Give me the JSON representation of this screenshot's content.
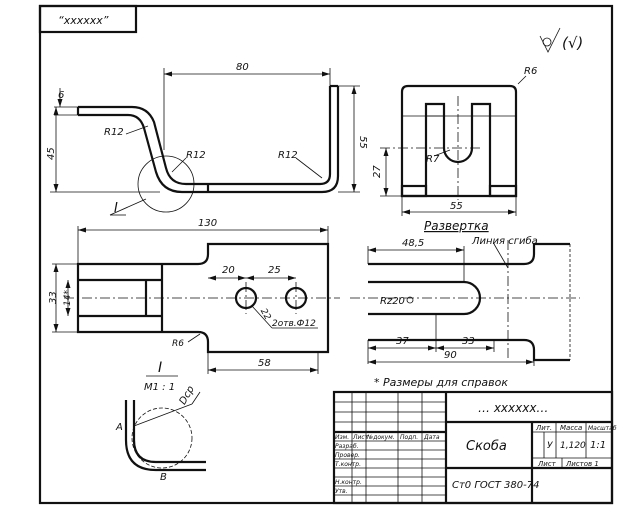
{
  "doc_code": "“xxxxxx”",
  "roughness_symbol": "√(√)",
  "view_top": {
    "dim_width": "80",
    "dim_flange": "6",
    "dim_height_total": "45",
    "dim_height_right": "55",
    "r_outer": "R12",
    "r_inner": "R12",
    "r_right": "R12",
    "detail_label": "I"
  },
  "view_side": {
    "r_corner": "R6",
    "r_slot": "R7",
    "dim_height": "27",
    "dim_width": "55"
  },
  "view_front": {
    "dim_length": "130",
    "dim_height": "33",
    "dim_slot": "14*",
    "dim_hole_x1": "20",
    "dim_hole_x2": "25",
    "dim_hole_y": "22",
    "holes_note": "2отв.Ф12",
    "r_corner": "R6",
    "dim_bottom": "58"
  },
  "view_razvertka": {
    "title": "Развертка",
    "dim_top": "48,5",
    "bend_line_label": "Линия сгиба",
    "roughness": "Rz20",
    "dim_37": "37",
    "dim_33": "33",
    "dim_90": "90"
  },
  "detail_view": {
    "title": "I",
    "scale": "M1 : 1",
    "label_dsr": "Dср",
    "label_a": "A",
    "label_b": "B"
  },
  "note": "* Размеры для справок",
  "title_block": {
    "doc_code": "… xxxxxx…",
    "part_name": "Скоба",
    "material": "Ст0 ГОСТ 380-74",
    "col_headers": [
      "Изм.",
      "Лист",
      "№докум.",
      "Подп.",
      "Дата"
    ],
    "row_labels": [
      "Разраб.",
      "Провер.",
      "Т.контр.",
      "Н.контр.",
      "Утв."
    ],
    "lit_header": "Лит.",
    "mass_header": "Масса",
    "scale_header": "Масштаб",
    "lit_value": "У",
    "mass_value": "1,120",
    "scale_value": "1:1",
    "sheet_label": "Лист",
    "sheets_label": "Листов 1"
  }
}
